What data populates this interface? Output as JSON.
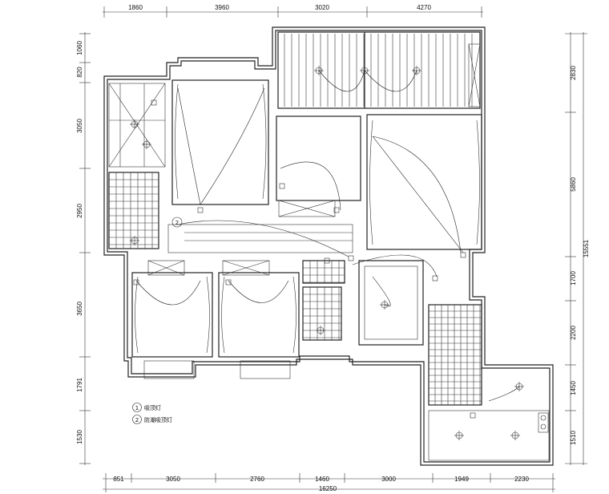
{
  "dimensions": {
    "top": [
      "1860",
      "3960",
      "3020",
      "4270"
    ],
    "bottom": [
      "851",
      "3050",
      "2760",
      "1460",
      "3000",
      "1949",
      "2230"
    ],
    "bottom_total": "16250",
    "left": [
      "1060",
      "820",
      "3050",
      "2950",
      "3650",
      "1791",
      "1530"
    ],
    "right": [
      "2830",
      "5860",
      "1700",
      "2200",
      "1450",
      "1510"
    ],
    "right_total": "15551"
  },
  "legend": [
    {
      "marker": "1",
      "label": "吸顶灯"
    },
    {
      "marker": "2",
      "label": "防潮吸顶灯"
    }
  ],
  "plan_marker": "2"
}
